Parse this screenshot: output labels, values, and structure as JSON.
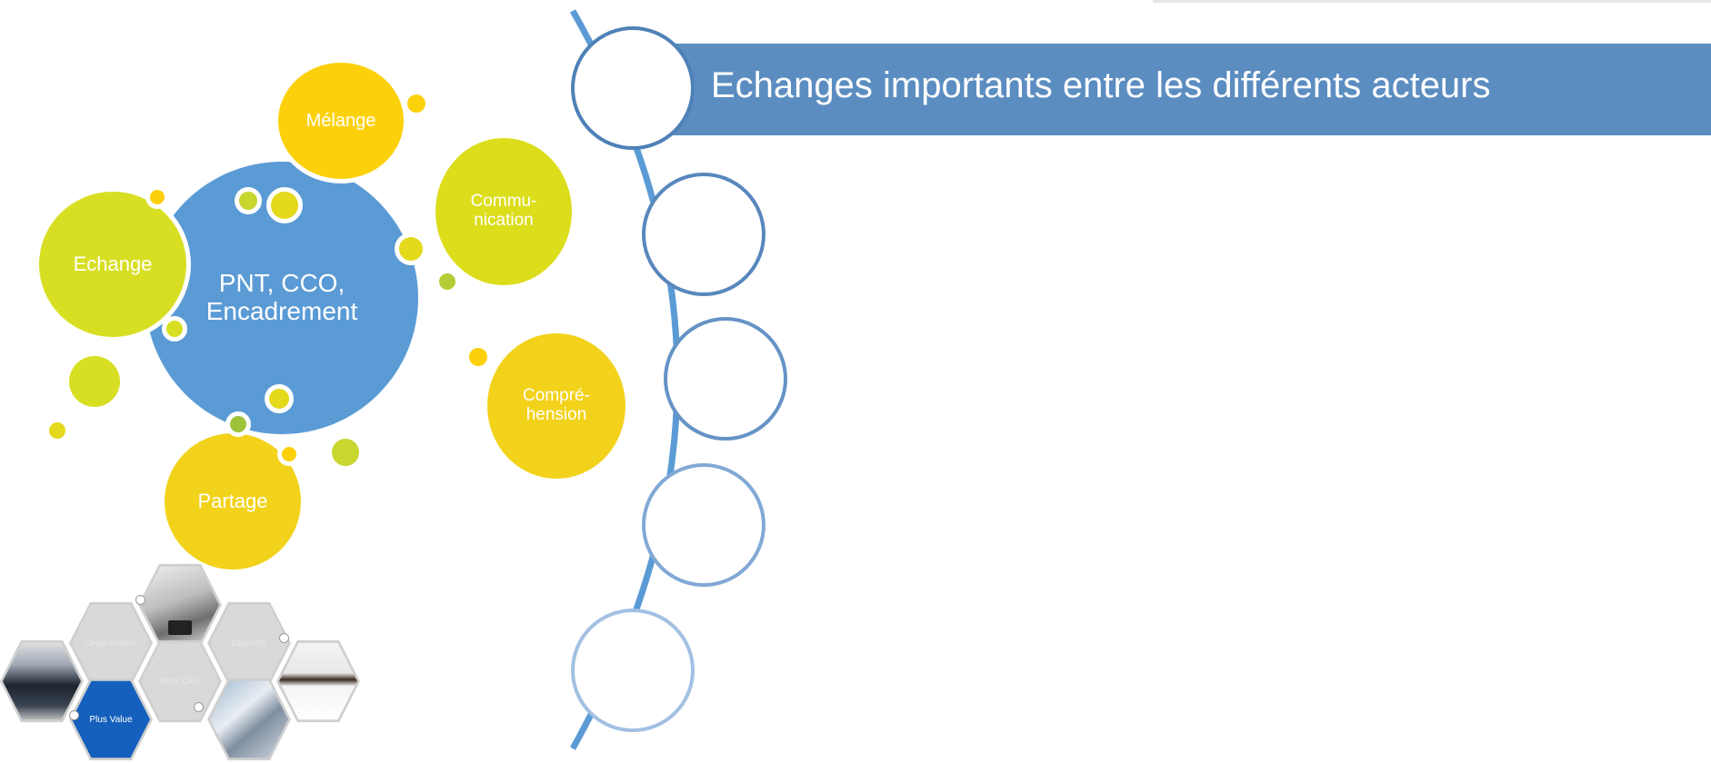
{
  "header": {
    "title": "Echanges importants entre les différents acteurs"
  },
  "bubbles": {
    "center": [
      "PNT, CCO,",
      "Encadrement"
    ],
    "melange": "Mélange",
    "echange": "Echange",
    "communication": [
      "Commu-",
      "nication"
    ],
    "comprehension": [
      "Compré-",
      "hension"
    ],
    "partage": "Partage"
  },
  "hexagons": {
    "organisation": "Organisation",
    "objectifs": "Objectifs",
    "mots_cles": "Mots Clés",
    "plus_value": "Plus Value"
  },
  "colors": {
    "blue": "#5b9bd5",
    "yellow": "#fcd10c",
    "lime": "#d8df23",
    "header": "#5b8dc1",
    "hex_blue": "#1560bd"
  }
}
